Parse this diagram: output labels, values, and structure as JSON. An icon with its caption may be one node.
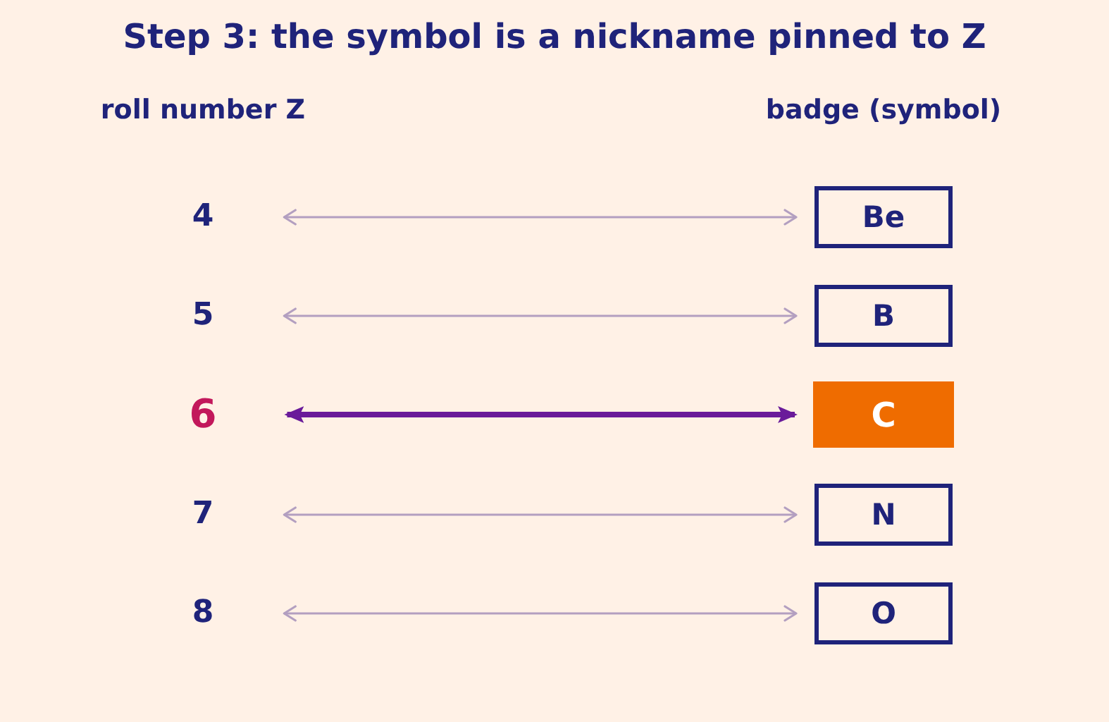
{
  "diagram": {
    "title": "Step 3: the symbol is a nickname pinned to Z",
    "nodes": [
      {
        "text": [
          "4"
        ]
      },
      {
        "text": [
          "Be"
        ]
      },
      {
        "text": [
          "5"
        ]
      },
      {
        "text": [
          "B"
        ]
      },
      {
        "text": [
          "6"
        ]
      },
      {
        "text": [
          "C"
        ]
      },
      {
        "text": [
          "7"
        ]
      },
      {
        "text": [
          "N"
        ]
      },
      {
        "text": [
          "8"
        ]
      },
      {
        "text": [
          "O"
        ]
      }
    ],
    "edges": [
      {
        "from": 0,
        "to": 1,
        "arrow": "both"
      },
      {
        "from": 2,
        "to": 3,
        "arrow": "both"
      },
      {
        "from": 4,
        "to": 5,
        "arrow": "both",
        "style": "thick",
        "color": "#6a1b9a"
      },
      {
        "from": 6,
        "to": 7,
        "arrow": "both"
      },
      {
        "from": 8,
        "to": 9,
        "arrow": "both"
      }
    ],
    "labels": [
      "roll number Z",
      "badge (symbol)"
    ]
  }
}
